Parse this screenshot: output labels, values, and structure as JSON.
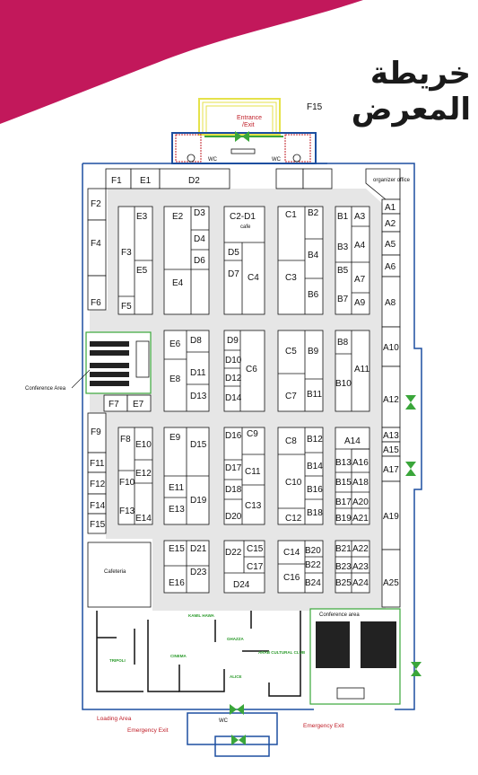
{
  "title": "خريطة المعرض",
  "colors": {
    "accent": "#c2185b",
    "walls_blue": "#1d4fa0",
    "walls_green": "#3aa63a",
    "hall_gray": "#e6e6e6",
    "entrance_yellow": "#e5e24a"
  },
  "labels": {
    "entrance_line1": "Entrance",
    "entrance_line2": "/Exit",
    "f15_top": "F15",
    "wc_top_left": "WC",
    "wc_top_right": "WC",
    "wc_bottom": "WC",
    "organizer_office": "organizer office",
    "conference_area": "Conference Area",
    "conference_area_2": "Conference area",
    "cafeteria": "Cafeteria",
    "cafe_booth": "cafe",
    "loading_area": "Loading Area",
    "emergency_exit_left": "Emergency Exit",
    "emergency_exit_right": "Emergency Exit",
    "kamil_hawa": "KAMIL HAWA",
    "ghazza": "GHAZZA",
    "tripoli": "TRIPOLI",
    "cinema": "CINEMA",
    "arab_cultural_club": "ARAB CULTURAL CLUB",
    "alice": "ALICE"
  },
  "booths": {
    "F1": "F1",
    "E1": "E1",
    "D2": "D2",
    "F2": "F2",
    "F4": "F4",
    "F6": "F6",
    "E3": "E3",
    "F3": "F3",
    "E5": "E5",
    "F5": "F5",
    "E2": "E2",
    "D3": "D3",
    "D4": "D4",
    "D6": "D6",
    "E4": "E4",
    "C2D1": "C2-D1",
    "D5": "D5",
    "D7": "D7",
    "C4": "C4",
    "C1": "C1",
    "B2": "B2",
    "B4": "B4",
    "C3": "C3",
    "B6": "B6",
    "B1": "B1",
    "A3": "A3",
    "B3": "B3",
    "A4": "A4",
    "B5": "B5",
    "A7": "A7",
    "B7": "B7",
    "A9": "A9",
    "A1": "A1",
    "A2": "A2",
    "A5": "A5",
    "A6": "A6",
    "A8": "A8",
    "E6": "E6",
    "D8": "D8",
    "E8": "E8",
    "D11": "D11",
    "D13": "D13",
    "D9": "D9",
    "D10": "D10",
    "D12": "D12",
    "D14": "D14",
    "C6": "C6",
    "C5": "C5",
    "B9": "B9",
    "C7": "C7",
    "B11": "B11",
    "B8": "B8",
    "A11": "A11",
    "B10": "B10",
    "A10": "A10",
    "A12": "A12",
    "F7": "F7",
    "E7": "E7",
    "F9": "F9",
    "F11": "F11",
    "F12": "F12",
    "F14": "F14",
    "F15": "F15",
    "F8": "F8",
    "E10": "E10",
    "E12": "E12",
    "F10": "F10",
    "F13": "F13",
    "E14": "E14",
    "E9": "E9",
    "D15": "D15",
    "E11": "E11",
    "D19": "D19",
    "E13": "E13",
    "D16": "D16",
    "C9": "C9",
    "D17": "D17",
    "C11": "C11",
    "D18": "D18",
    "C13": "C13",
    "D20": "D20",
    "C8": "C8",
    "B12": "B12",
    "B14": "B14",
    "C10": "C10",
    "B16": "B16",
    "B18": "B18",
    "C12": "C12",
    "A14": "A14",
    "B13": "B13",
    "A16": "A16",
    "B15": "B15",
    "A18": "A18",
    "B17": "B17",
    "A20": "A20",
    "B19": "B19",
    "A21": "A21",
    "A13": "A13",
    "A15": "A15",
    "A17": "A17",
    "A19": "A19",
    "E15": "E15",
    "D21": "D21",
    "E16": "E16",
    "D23": "D23",
    "D22": "D22",
    "C15": "C15",
    "C17": "C17",
    "D24": "D24",
    "C14": "C14",
    "B20": "B20",
    "B22": "B22",
    "C16": "C16",
    "B24": "B24",
    "B21": "B21",
    "A22": "A22",
    "B23": "B23",
    "A23": "A23",
    "B25": "B25",
    "A24": "A24",
    "A25": "A25"
  }
}
